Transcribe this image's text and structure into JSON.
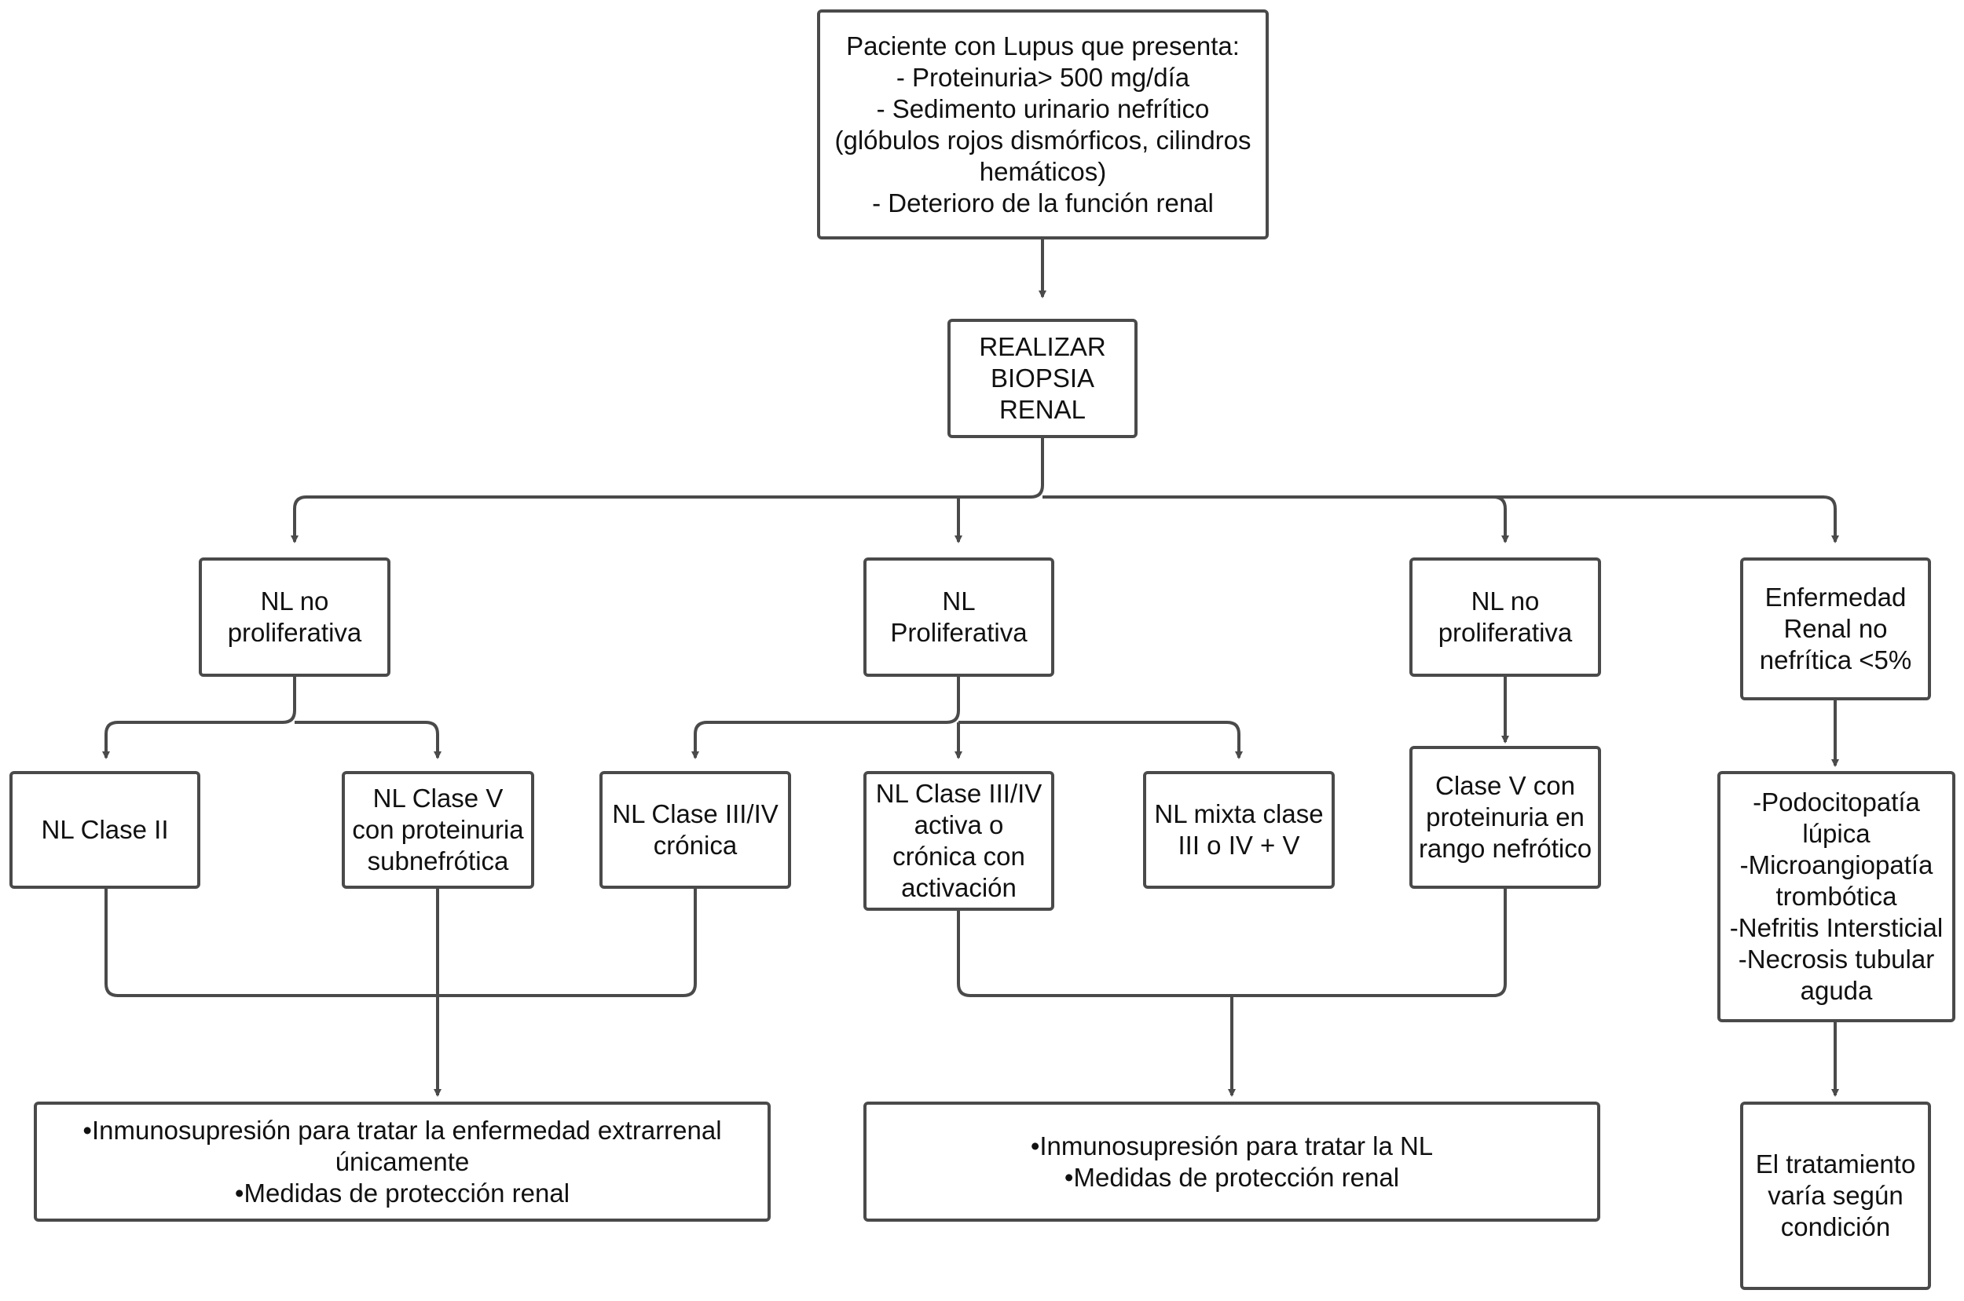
{
  "nodes": {
    "patient": {
      "lines": [
        "Paciente con Lupus que presenta:",
        "- Proteinuria> 500 mg/día",
        "- Sedimento urinario nefrítico",
        "(glóbulos rojos dismórficos, cilindros",
        "hemáticos)",
        "- Deterioro de la función renal"
      ]
    },
    "biopsy": {
      "lines": [
        "REALIZAR",
        "BIOPSIA",
        "RENAL"
      ]
    },
    "nl_no_prolif_1": {
      "lines": [
        "NL no",
        "proliferativa"
      ]
    },
    "nl_prolif": {
      "lines": [
        "NL",
        "Proliferativa"
      ]
    },
    "nl_no_prolif_2": {
      "lines": [
        "NL no",
        "proliferativa"
      ]
    },
    "enfermedad_renal": {
      "lines": [
        "Enfermedad",
        "Renal no",
        "nefrítica <5%"
      ]
    },
    "nl_clase_ii": {
      "lines": [
        "NL Clase II"
      ]
    },
    "nl_clase_v_sub": {
      "lines": [
        "NL Clase V",
        "con proteinuria",
        "subnefrótica"
      ]
    },
    "nl_clase_iii_iv_cronica": {
      "lines": [
        "NL Clase III/IV",
        "crónica"
      ]
    },
    "nl_clase_iii_iv_activa": {
      "lines": [
        "NL Clase III/IV",
        "activa o",
        "crónica con",
        "activación"
      ]
    },
    "nl_mixta": {
      "lines": [
        "NL mixta clase",
        "III o IV + V"
      ]
    },
    "clase_v_nefrotico": {
      "lines": [
        "Clase V con",
        "proteinuria en",
        "rango nefrótico"
      ]
    },
    "podocitopatia": {
      "lines": [
        "-Podocitopatía",
        "lúpica",
        "-Microangiopatía",
        "trombótica",
        "-Nefritis Intersticial",
        "-Necrosis tubular",
        "aguda"
      ]
    },
    "tx_extrarrenal": {
      "lines": [
        "•Inmunosupresión para tratar la enfermedad extrarrenal",
        "únicamente",
        "•Medidas de protección renal"
      ]
    },
    "tx_nl": {
      "lines": [
        "•Inmunosupresión para tratar la NL",
        "•Medidas de protección renal"
      ]
    },
    "tx_varia": {
      "lines": [
        "El tratamiento",
        "varía según",
        "condición"
      ]
    }
  },
  "colors": {
    "stroke": "#4a4a4a",
    "background": "#ffffff",
    "text": "#111111"
  }
}
